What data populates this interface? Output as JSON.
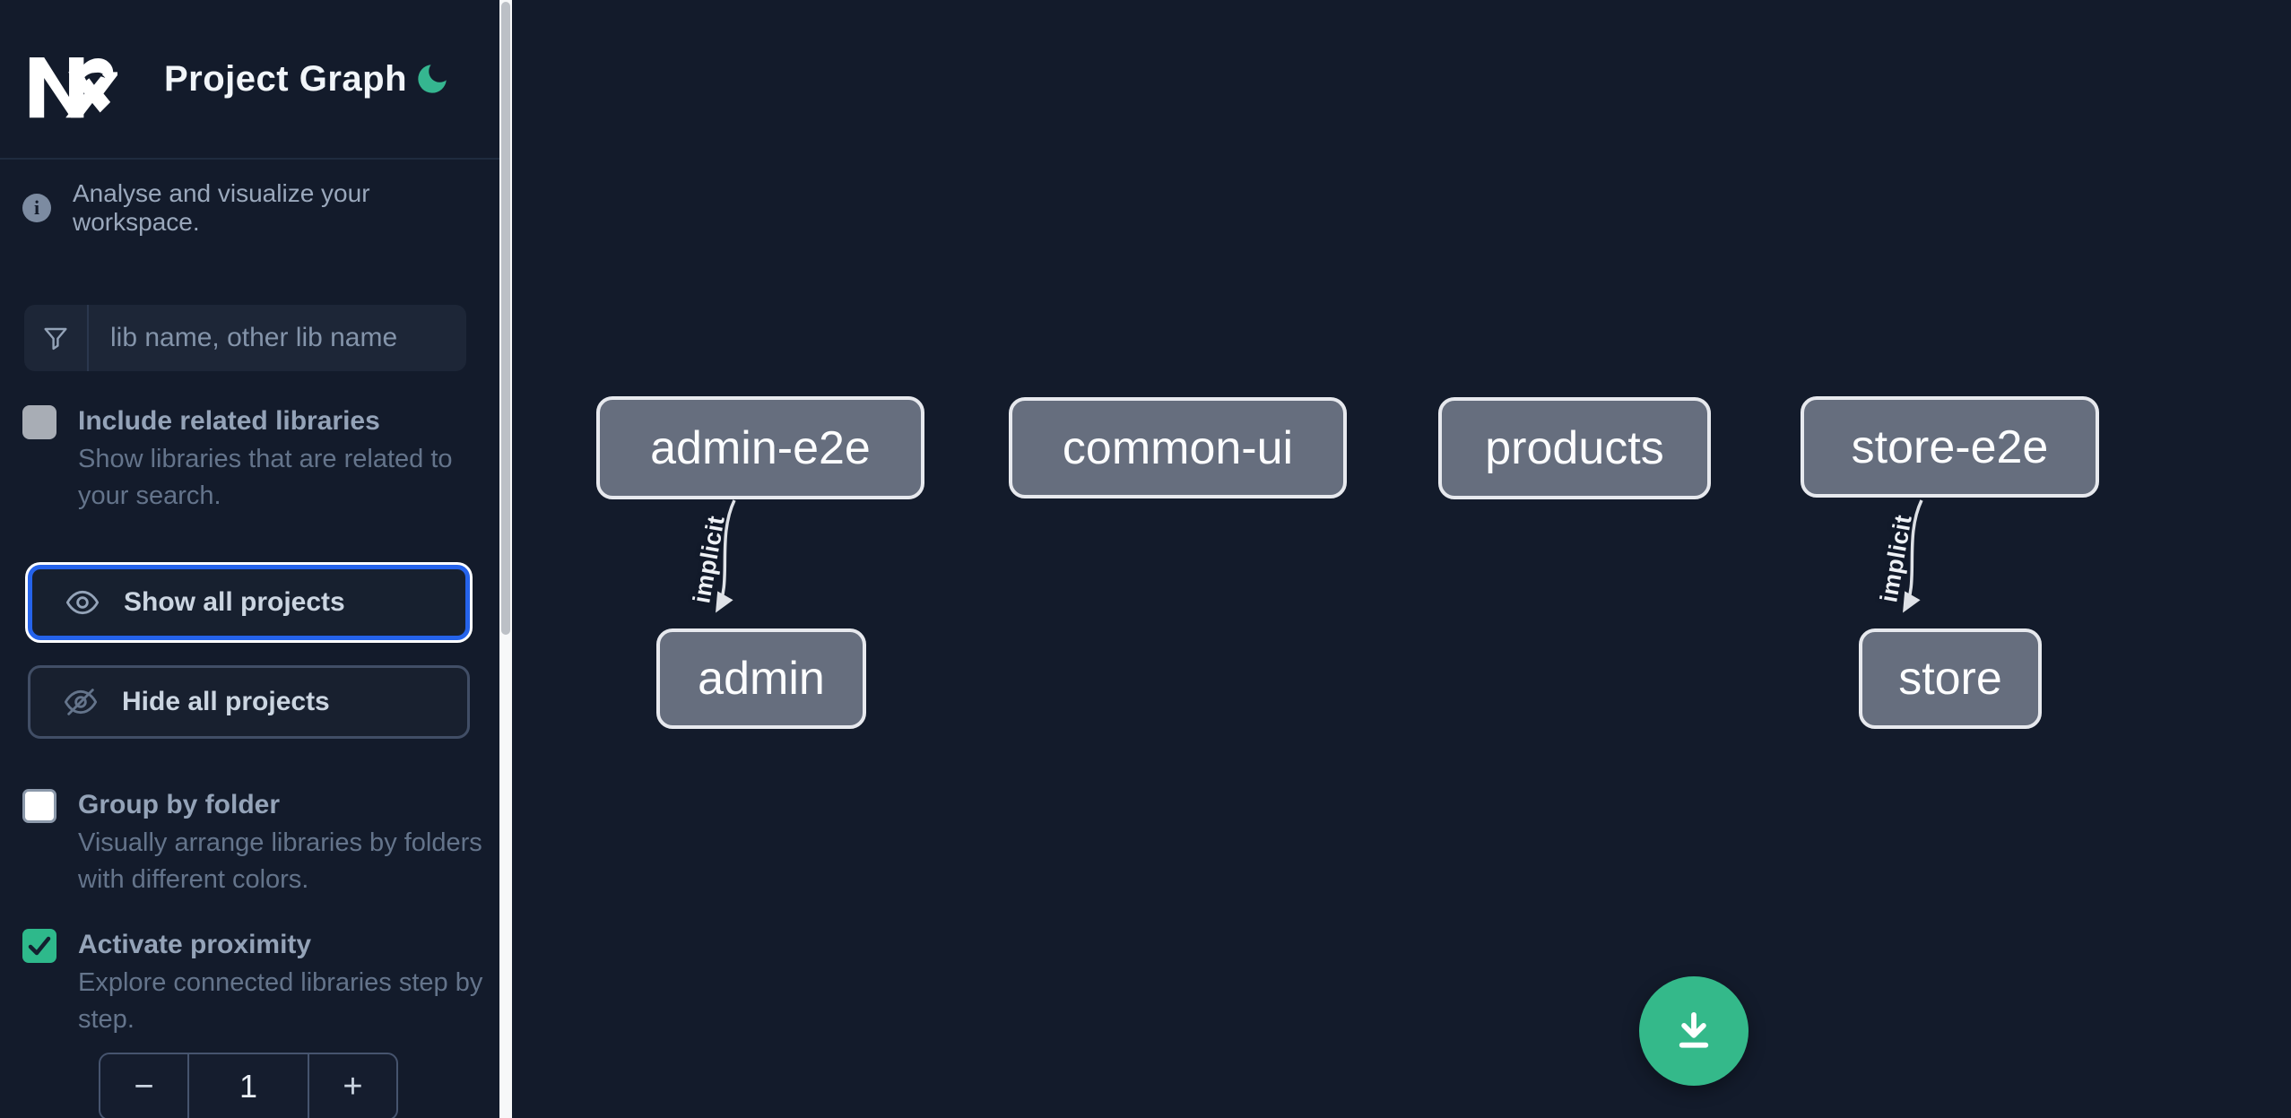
{
  "header": {
    "app_logo": "nx-logo",
    "title": "Project Graph",
    "theme_toggle_icon": "moon-icon"
  },
  "sidebar": {
    "tagline": {
      "icon": "info-icon",
      "text": "Analyse and visualize your workspace."
    },
    "search": {
      "icon": "filter-funnel-icon",
      "placeholder": "lib name, other lib name",
      "value": ""
    },
    "include_related": {
      "label": "Include related libraries",
      "description": "Show libraries that are related to your search.",
      "checked": false
    },
    "show_all": {
      "icon": "eye-icon",
      "label": "Show all projects",
      "focused": true
    },
    "hide_all": {
      "icon": "eye-off-icon",
      "label": "Hide all projects",
      "focused": false
    },
    "group_by_folder": {
      "label": "Group by folder",
      "description": "Visually arrange libraries by folders with different colors.",
      "checked": false
    },
    "activate_proximity": {
      "label": "Activate proximity",
      "description": "Explore connected libraries step by step.",
      "checked": true
    },
    "proximity_stepper": {
      "decrement": "−",
      "value": "1",
      "increment": "+"
    }
  },
  "graph": {
    "nodes": [
      {
        "label": "admin-e2e"
      },
      {
        "label": "common-ui"
      },
      {
        "label": "products"
      },
      {
        "label": "store-e2e"
      },
      {
        "label": "admin"
      },
      {
        "label": "store"
      }
    ],
    "edges": [
      {
        "from": "admin-e2e",
        "to": "admin",
        "label": "implicit",
        "type": "implicit"
      },
      {
        "from": "store-e2e",
        "to": "store",
        "label": "implicit",
        "type": "implicit"
      }
    ]
  },
  "fab": {
    "icon": "download-icon"
  },
  "colors": {
    "canvas_bg": "#131b2b",
    "accent_green": "#34b98a",
    "focus_blue": "#2563eb",
    "node_fill": "#666e7e",
    "node_border": "#e7e9ee",
    "edge": "#dfe2e7"
  }
}
